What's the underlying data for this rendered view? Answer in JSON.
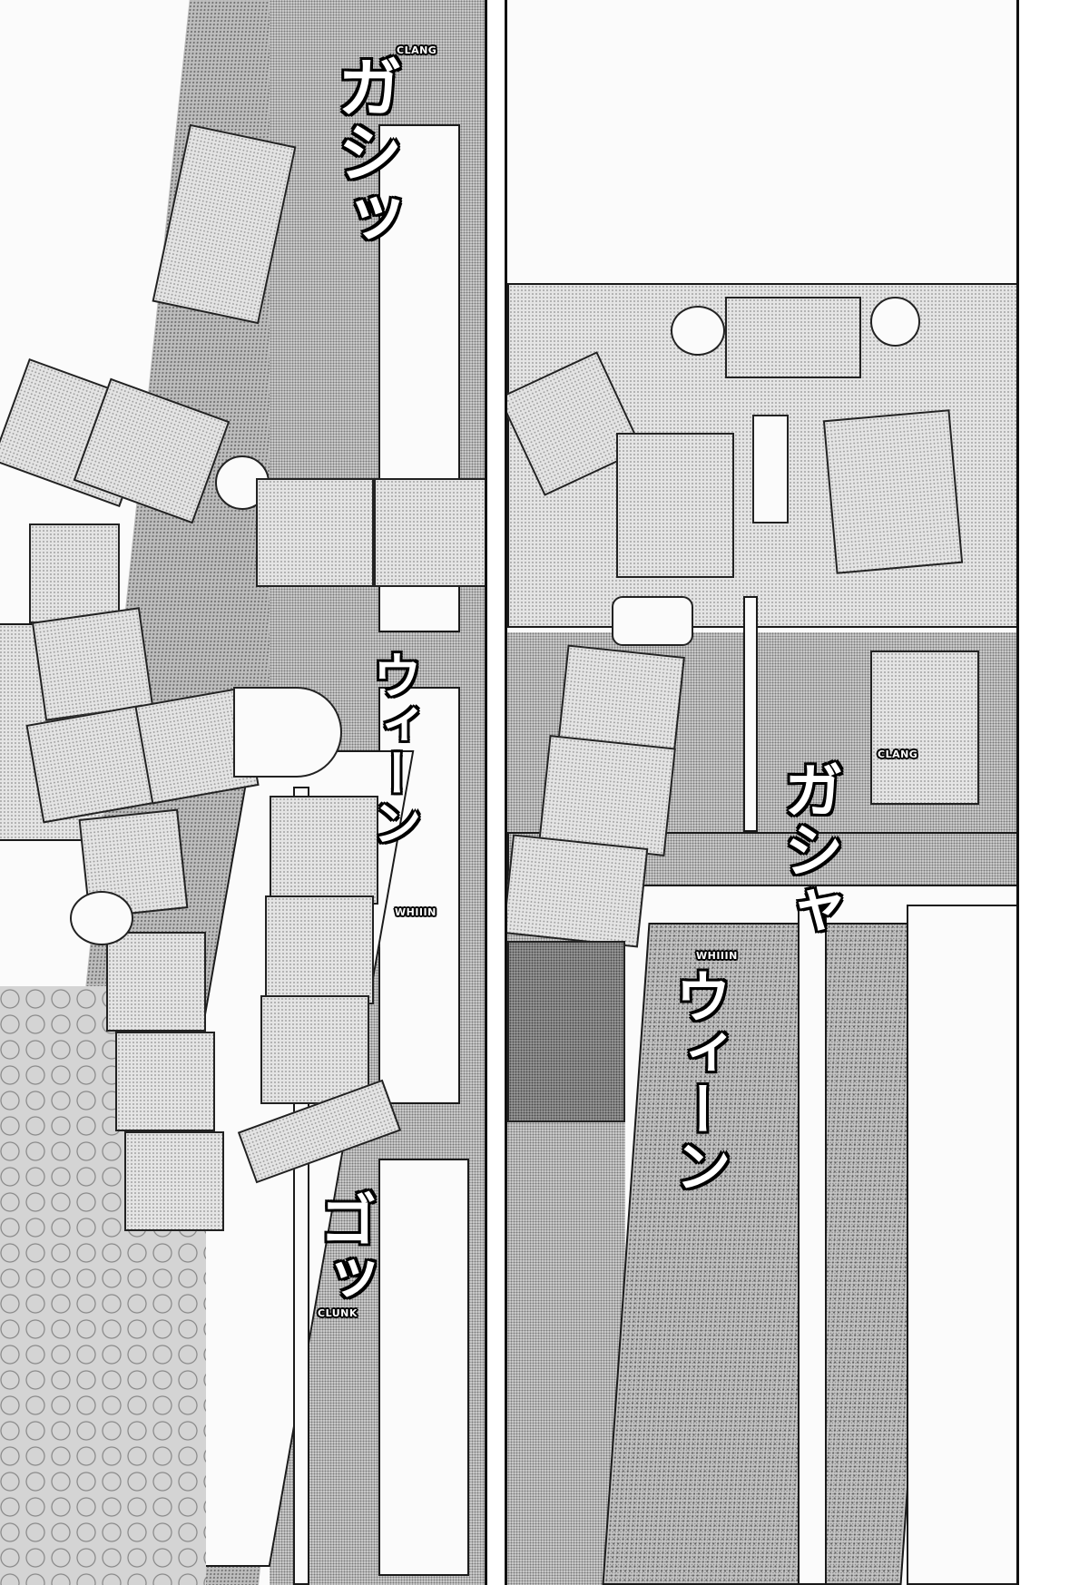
{
  "page": {
    "type": "manga page",
    "layout": "two vertical panels, grayscale screentone artwork",
    "colors": {
      "ink": "#111111",
      "paper": "#ffffff",
      "tone": "#bdbdbd"
    }
  },
  "panels": [
    {
      "id": "left",
      "description": "High-angle view down a building facade: a giant robot assembled from cardboard boxes and cylinders clings to the wall; small figures lie on a patterned tiled pavement below.",
      "sfx": [
        {
          "english": "CLANG",
          "japanese": "ガシッ"
        },
        {
          "english": "WHIIIN",
          "japanese": "ウィーン"
        },
        {
          "english": "CLUNK",
          "japanese": "ゴッ"
        }
      ]
    },
    {
      "id": "right",
      "description": "View from above along a rooftop ledge and drainpipe: the cardboard-box robot's limbs reach down the wall next to a long vertical pipe.",
      "sfx": [
        {
          "english": "CLANG",
          "japanese": "ガシャ"
        },
        {
          "english": "WHIIIN",
          "japanese": "ウィーン"
        }
      ]
    }
  ]
}
